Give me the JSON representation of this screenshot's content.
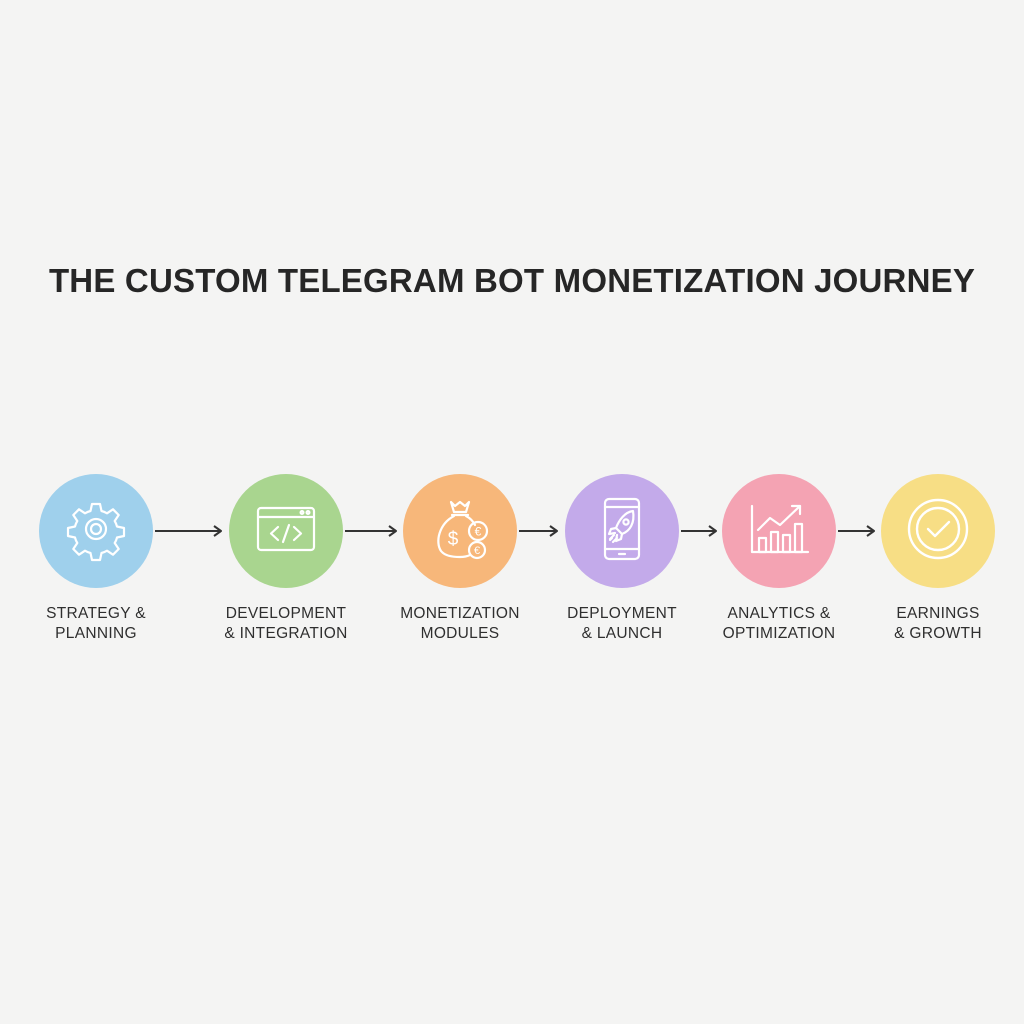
{
  "title": "THE CUSTOM TELEGRAM BOT MONETIZATION JOURNEY",
  "steps": [
    {
      "label": "STRATEGY &\nPLANNING",
      "icon": "gear-icon",
      "color": "#9fd0ec"
    },
    {
      "label": "DEVELOPMENT\n& INTEGRATION",
      "icon": "code-window-icon",
      "color": "#a9d58f"
    },
    {
      "label": "MONETIZATION\nMODULES",
      "icon": "money-bag-icon",
      "color": "#f7b77a"
    },
    {
      "label": "DEPLOYMENT\n& LAUNCH",
      "icon": "phone-rocket-icon",
      "color": "#c3aaea"
    },
    {
      "label": "ANALYTICS &\nOPTIMIZATION",
      "icon": "bar-chart-growth-icon",
      "color": "#f4a3b3"
    },
    {
      "label": "EARNINGS\n& GROWTH",
      "icon": "checkmark-badge-icon",
      "color": "#f7de85"
    }
  ],
  "arrow_color": "#333333"
}
